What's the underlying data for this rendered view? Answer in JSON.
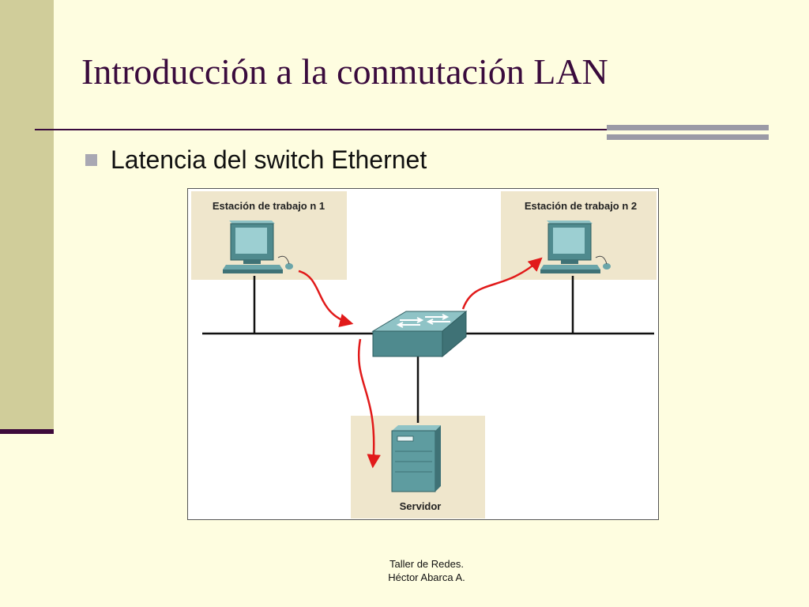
{
  "slide": {
    "title": "Introducción a la conmutación LAN",
    "bullet": "Latencia del switch Ethernet"
  },
  "diagram": {
    "workstation1_label": "Estación de trabajo n 1",
    "workstation2_label": "Estación de trabajo n 2",
    "server_label": "Servidor"
  },
  "footer": {
    "line1": "Taller de Redes.",
    "line2": "Héctor Abarca A."
  },
  "colors": {
    "background": "#FEFDE0",
    "title": "#3A0B3D",
    "device_panel": "#EFE6CC",
    "device": "#5E9CA0",
    "arrow": "#E11A1A"
  }
}
